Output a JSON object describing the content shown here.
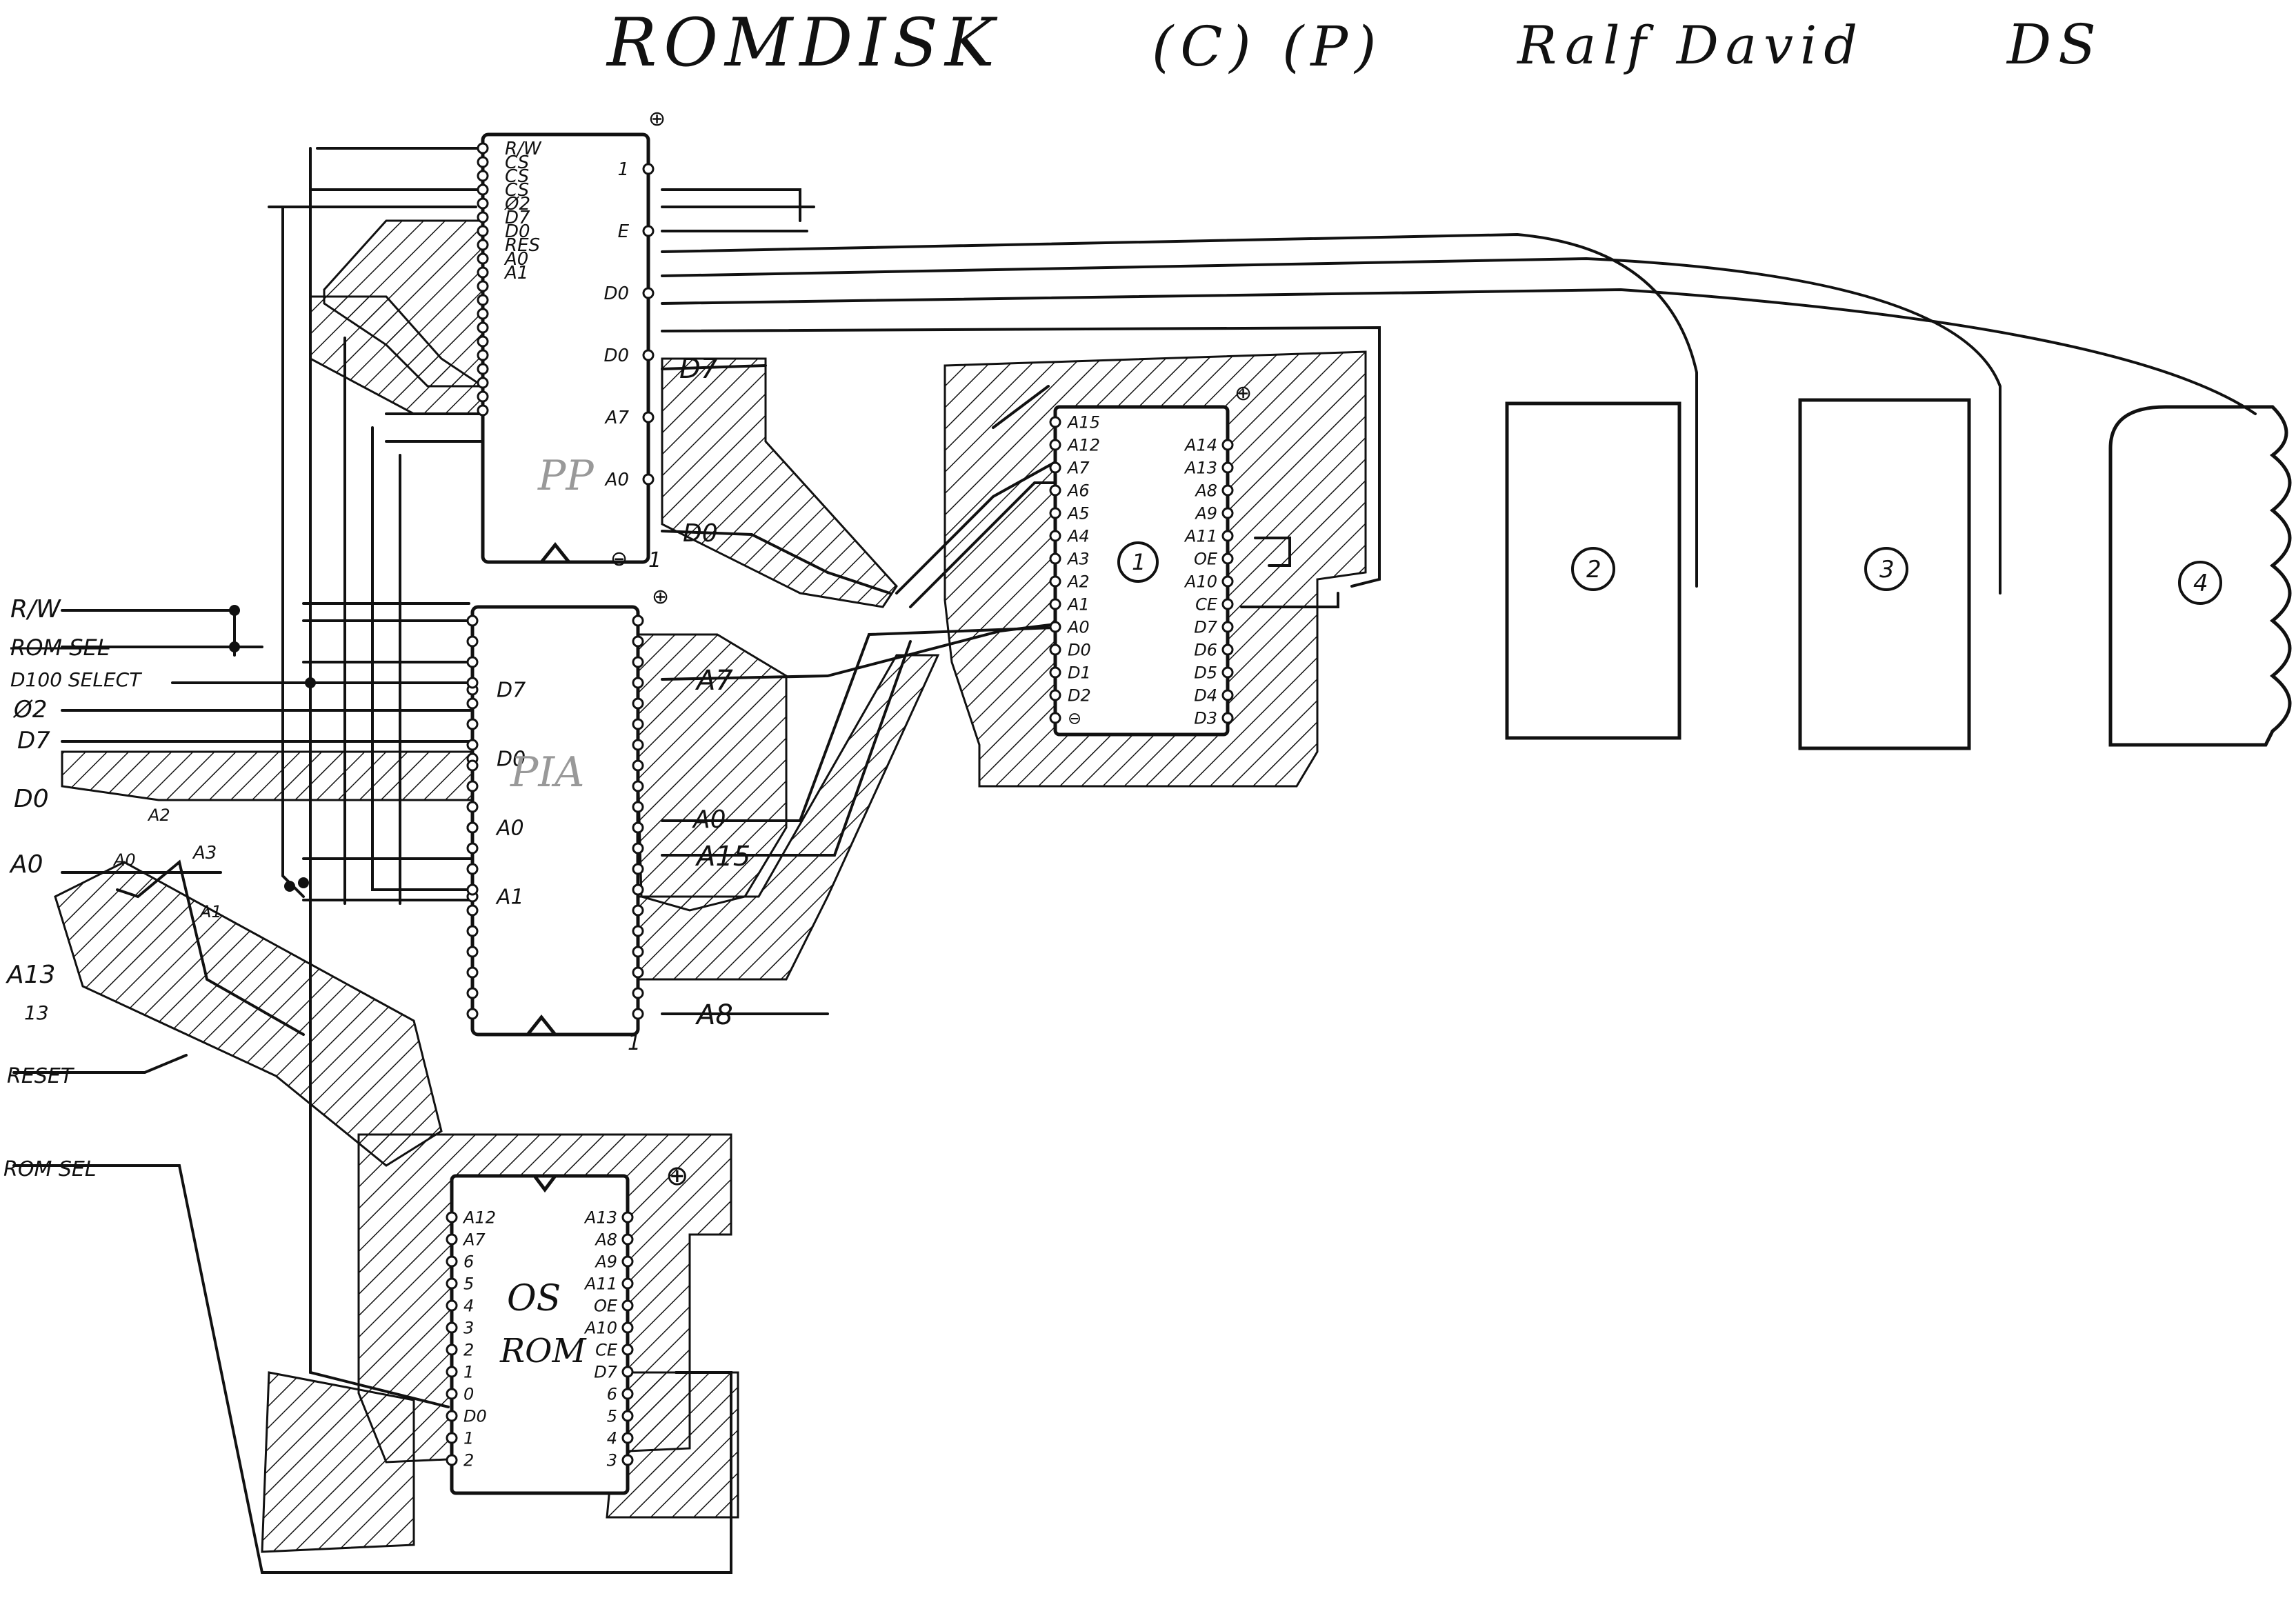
{
  "title": {
    "name": "ROMDISK",
    "copyright": "(C) (P)",
    "author": "Ralf David",
    "initials": "DS"
  },
  "edge_signals": {
    "rw": "R/W",
    "rom_sel_struck": "ROM SEL",
    "d100_select": "D100 SELECT",
    "phi2": "Ø2",
    "d7": "D7",
    "d0": "D0",
    "a0": "A0",
    "a13": "A13",
    "a13_num": "13",
    "reset": "RESET",
    "rom_sel": "ROM SEL",
    "branch_a2": "A2",
    "branch_a0": "A0",
    "branch_a3": "A3",
    "branch_a1": "A1"
  },
  "pia_upper": {
    "pins_left": [
      "R/W",
      "CS",
      "CS",
      "CS",
      "Ø2",
      "D7",
      "D0",
      "RES",
      "A0",
      "A1"
    ],
    "pins_right": [
      "1",
      "E",
      "D0",
      "D0",
      "A7",
      "A0"
    ],
    "ground": "⊖",
    "plus": "⊕",
    "pin_one": "1",
    "ghost": "PP"
  },
  "pia_lower": {
    "pins_left": [
      "D7",
      "D0",
      "A0",
      "A1"
    ],
    "ghost": "PIA",
    "plus": "⊕",
    "pin_one": "1"
  },
  "bus_labels": {
    "d7": "D7",
    "d0": "D0",
    "a7": "A7",
    "a0": "A0",
    "a15": "A15",
    "a8": "A8"
  },
  "eprom1": {
    "pins_left": [
      "A15",
      "A12",
      "A7",
      "A6",
      "A5",
      "A4",
      "A3",
      "A2",
      "A1",
      "A0",
      "D0",
      "D1",
      "D2",
      "⊖"
    ],
    "pins_right": [
      "A14",
      "A13",
      "A8",
      "A9",
      "A11",
      "OE",
      "A10",
      "CE",
      "D7",
      "D6",
      "D5",
      "D4",
      "D3"
    ],
    "number": "1",
    "plus": "⊕"
  },
  "slots": [
    {
      "number": "2"
    },
    {
      "number": "3"
    },
    {
      "number": "4"
    }
  ],
  "os_rom": {
    "line1": "OS",
    "line2": "ROM",
    "pins_left": [
      "A12",
      "A7",
      "6",
      "5",
      "4",
      "3",
      "2",
      "1",
      "0",
      "D0",
      "1",
      "2"
    ],
    "pins_right": [
      "A13",
      "A8",
      "A9",
      "A11",
      "OE",
      "A10",
      "CE",
      "D7",
      "6",
      "5",
      "4",
      "3"
    ],
    "plus": "⊕"
  }
}
